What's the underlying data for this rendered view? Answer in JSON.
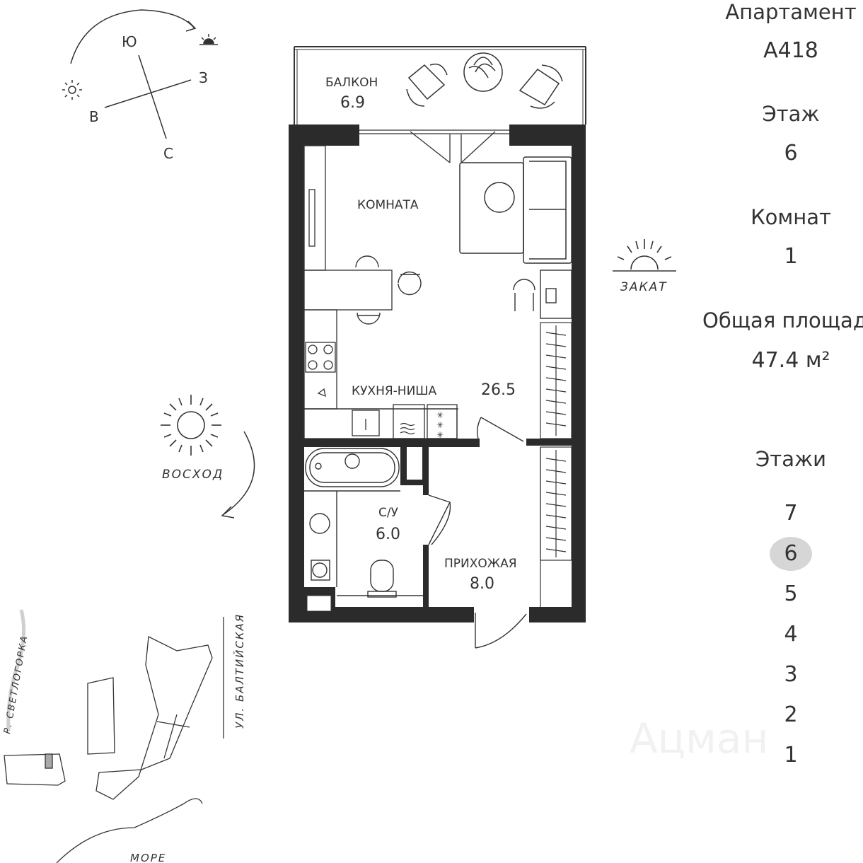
{
  "apartment": {
    "label": "Апартамент",
    "number": "А418",
    "floor_label": "Этаж",
    "floor_value": "6",
    "rooms_label": "Комнат",
    "rooms_value": "1",
    "area_label": "Общая площадь",
    "area_value": "47.4 м²"
  },
  "floors": {
    "title": "Этажи",
    "items": [
      "7",
      "6",
      "5",
      "4",
      "3",
      "2",
      "1"
    ],
    "active": "6"
  },
  "rooms": {
    "balcony_name": "БАЛКОН",
    "balcony_area": "6.9",
    "room_name": "КОМНАТА",
    "kitchen_name": "КУХНЯ-НИША",
    "room_area": "26.5",
    "bath_name": "С/У",
    "bath_area": "6.0",
    "hall_name": "ПРИХОЖАЯ",
    "hall_area": "8.0"
  },
  "compass": {
    "s": "Ю",
    "w": "З",
    "e": "В",
    "n": "С"
  },
  "sun": {
    "sunset": "ЗАКАТ",
    "sunrise": "ВОСХОД"
  },
  "map": {
    "street": "УЛ. БАЛТИЙСКАЯ",
    "river": "Р. СВЕТЛОГОРКА",
    "sea": "МОРЕ"
  },
  "watermark": "Ацман",
  "colors": {
    "wall": "#2b2b2b",
    "line": "#333333",
    "floor_active": "#d6d6d6"
  },
  "icons": [
    "sun-icon",
    "sunset-icon",
    "compass-icon",
    "arrow-icon"
  ]
}
